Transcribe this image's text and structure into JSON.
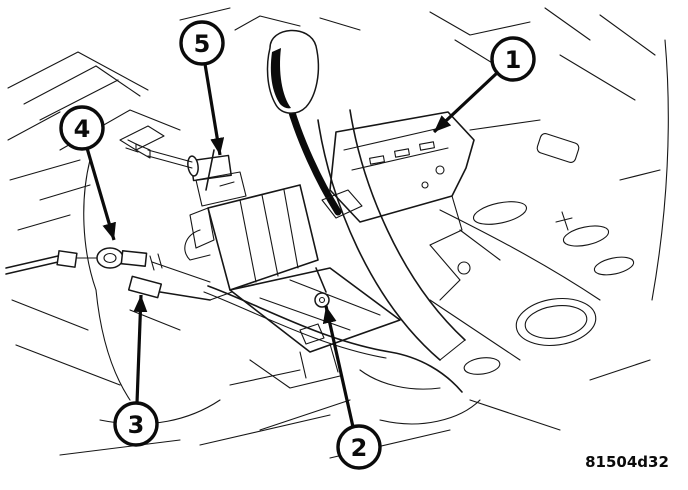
{
  "figure": {
    "code": "81504d32",
    "description": "gear-shifter-assembly-exploded-line-diagram",
    "callouts": [
      {
        "id": 1,
        "label": "1",
        "points_to": "shifter-assembly-bracket"
      },
      {
        "id": 2,
        "label": "2",
        "points_to": "lower-mount-grommet"
      },
      {
        "id": 3,
        "label": "3",
        "points_to": "cable-end-fitting"
      },
      {
        "id": 4,
        "label": "4",
        "points_to": "shift-cable-sleeve"
      },
      {
        "id": 5,
        "label": "5",
        "points_to": "cable-adjuster"
      }
    ]
  }
}
